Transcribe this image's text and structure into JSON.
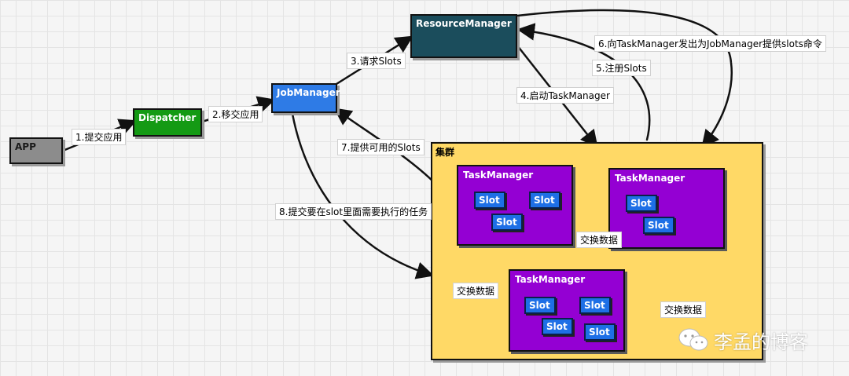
{
  "nodes": {
    "app": "APP",
    "dispatcher": "Dispatcher",
    "job_manager": "JobManager",
    "resource_manager": "ResourceManager"
  },
  "cluster": {
    "title": "集群",
    "task_managers": [
      {
        "title": "TaskManager",
        "slots": [
          "Slot",
          "Slot",
          "Slot"
        ]
      },
      {
        "title": "TaskManager",
        "slots": [
          "Slot",
          "Slot"
        ]
      },
      {
        "title": "TaskManager",
        "slots": [
          "Slot",
          "Slot",
          "Slot",
          "Slot"
        ]
      }
    ]
  },
  "edges": {
    "submit_app": "1.提交应用",
    "move_submit": "2.移交应用",
    "request_slots": "3.请求Slots",
    "start_tm": "4.启动TaskManager",
    "register_slots": "5.注册Slots",
    "offer_cmd": "6.向TaskManager发出为JobManager提供slots命令",
    "available_slots": "7.提供可用的Slots",
    "submit_tasks": "8.提交要在slot里面需要执行的任务",
    "exchange_1": "交换数据",
    "exchange_2": "交换数据",
    "exchange_3": "交换数据"
  },
  "watermark": "李孟的博客",
  "colors": {
    "app": "#8c8c8c",
    "dispatcher": "#149a14",
    "job_manager": "#2e7be6",
    "resource_manager": "#1b4d5c",
    "cluster": "#ffd966",
    "task_manager": "#9400d3",
    "slot": "#1e6fe6"
  }
}
